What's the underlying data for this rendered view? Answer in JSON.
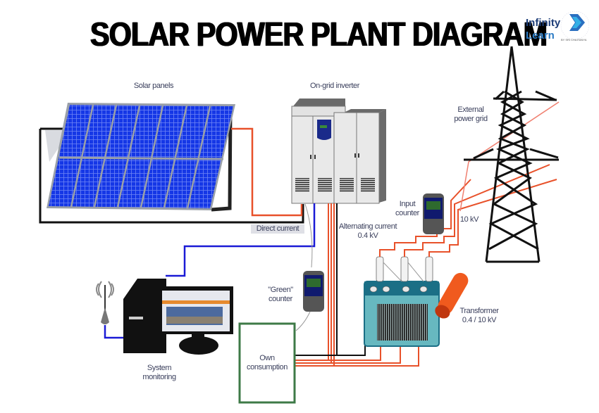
{
  "title": "SOLAR POWER PLANT DIAGRAM",
  "logo": {
    "line1": "Infinity",
    "line2": "Learn",
    "tagline": "BY SRI CHAITANYA"
  },
  "labels": {
    "solar_panels": "Solar panels",
    "inverter": "On-grid inverter",
    "external_grid": "External\npower grid",
    "direct_current": "Direct current",
    "alternating_current": "Alternating current\n0.4 kV",
    "input_counter": "Input\ncounter",
    "ten_kv": "10 kV",
    "green_counter": "\"Green\"\ncounter",
    "transformer": "Transformer\n0.4 / 10 kV",
    "own_consumption": "Own\nconsumption",
    "system_monitoring": "System\nmonitoring"
  },
  "colors": {
    "panel_blue": "#1537e6",
    "panel_frame": "#9aa0a8",
    "ac_line": "#e8512a",
    "dc_line": "#e8512a",
    "data_line": "#1a1ad6",
    "ground_line": "#111111",
    "consumption_box": "#3e7a47",
    "transformer_body": "#67b8c0",
    "transformer_top": "#1b6f86",
    "counter_screen": "#2e6a2e",
    "counter_body": "#101a6e"
  }
}
